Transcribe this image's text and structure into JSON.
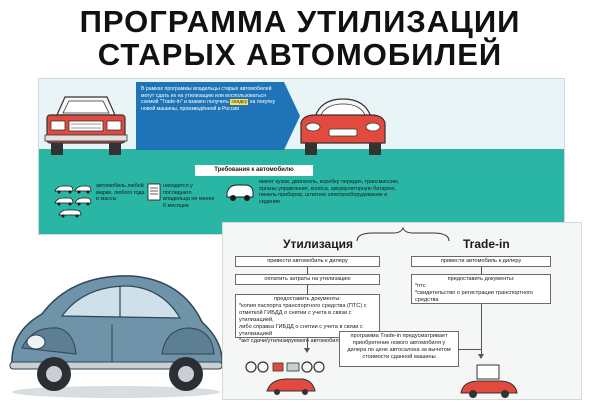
{
  "title": {
    "line1": "ПРОГРАММА УТИЛИЗАЦИИ",
    "line2": "СТАРЫХ АВТОМОБИЛЕЙ"
  },
  "top_panel": {
    "info_box": {
      "text_before": "В рамках программы владельцы старых автомобилей могут сдать их на утилизацию или воспользоваться схемой \"Trade-in\" и взамен получить",
      "highlight": "скидку",
      "text_after": "на покупку новой машины, произведённой в России"
    },
    "requirements_label": "Требования к автомобилю",
    "requirements": [
      "автомобиль любой марки, любого года и массы",
      "находится у последнего владельца не менее 6 месяцев",
      "имеет кузов, двигатель, коробку передач, трансмиссию, органы управления, колёса, аккумуляторную батарею, панель приборов, штатное электрооборудование и сидения"
    ],
    "colors": {
      "road": "#2bb3a3",
      "info_box": "#1f74b7",
      "highlight": "#ffe14a",
      "car": "#e24a3e"
    }
  },
  "bottom_panel": {
    "heading_left": "Утилизация",
    "heading_right": "Trade-in",
    "left_steps": [
      "привести автомобиль к дилеру",
      "оплатить затраты на утилизацию",
      {
        "title": "предоставить документы:",
        "lines": [
          "*копия паспорта транспортного средства (ПТС) с отметкой ГИБДД о снятии с учета в связи с утилизацией,",
          "либо справка ГИБДД о снятии с учета в связи с утилизацией",
          "*акт сдачи/утилизируемого автомобиля дилеру для"
        ]
      }
    ],
    "right_steps": [
      "привести автомобиль к дилеру",
      {
        "title": "предоставить документы:",
        "lines": [
          "*птс",
          "*свидетельство о регистрации транспортного средства"
        ]
      }
    ],
    "tradein_note": "программа Trade-in предусматривает приобретение нового автомобиля у дилера по цене автосалона за вычетом стоимости сданной машины"
  }
}
